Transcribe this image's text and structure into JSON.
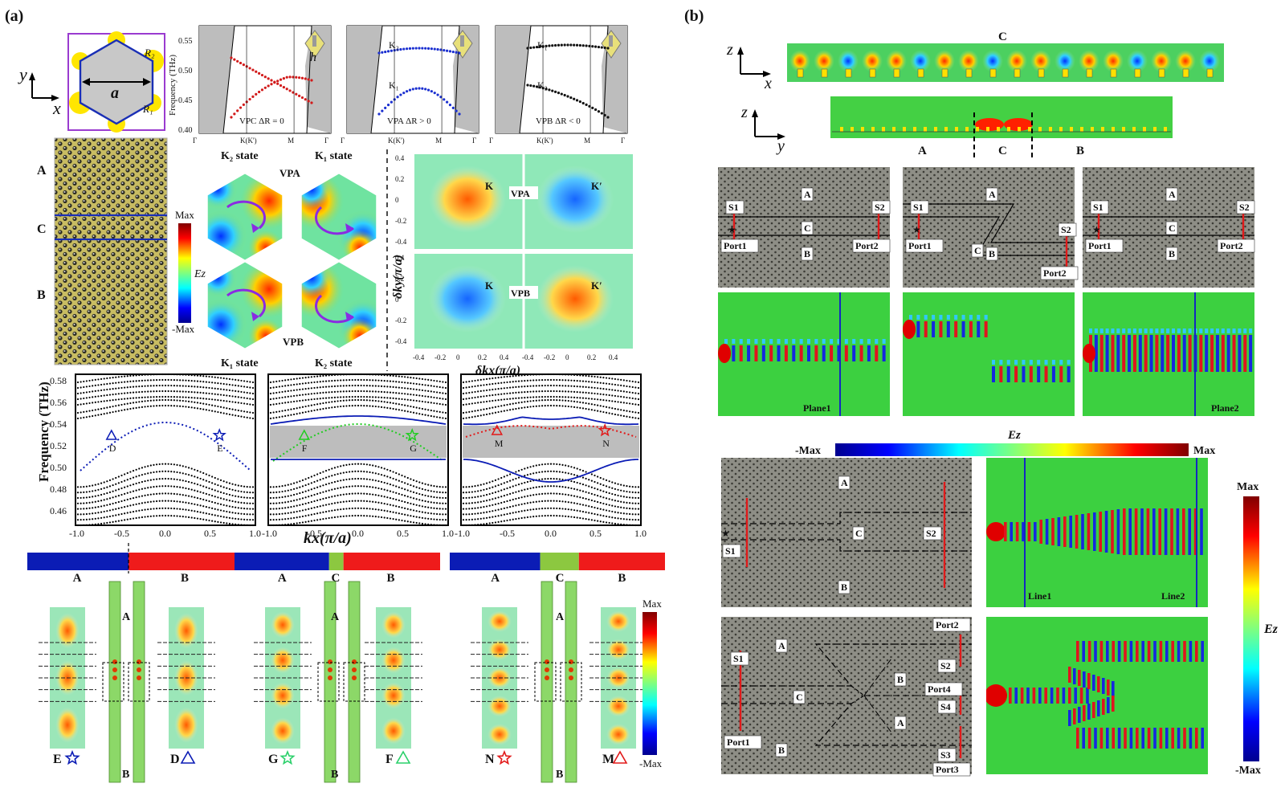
{
  "panel_a": {
    "label": "(a)",
    "unit_cell": {
      "R2": "R₂",
      "R1": "R₁",
      "a": "a",
      "x": "x",
      "y": "y",
      "h": "h"
    },
    "band_top": [
      {
        "title": "VPC ΔR = 0",
        "ylabel": "Frequency (THz)",
        "yticks": [
          "0.55",
          "0.50",
          "0.45",
          "0.40"
        ],
        "xticks": [
          "Γ",
          "K(K')",
          "M",
          "Γ"
        ]
      },
      {
        "title": "VPA ΔR > 0",
        "bandlabels": [
          "K₂",
          "K₁"
        ],
        "xticks": [
          "Γ",
          "K(K')",
          "M",
          "Γ"
        ]
      },
      {
        "title": "VPB ΔR < 0",
        "bandlabels": [
          "K₁",
          "K₂"
        ],
        "xticks": [
          "Γ",
          "K(K')",
          "M",
          "Γ"
        ]
      }
    ],
    "domains_strip": [
      "A",
      "C",
      "B"
    ],
    "mode_labels": {
      "k2_top": "K₂ state",
      "k1_top": "K₁ state",
      "vpa": "VPA",
      "vpb": "VPB",
      "k1_bot": "K₁ state",
      "k2_bot": "K₂ state"
    },
    "colorbar_small": {
      "max": "Max",
      "min": "-Max",
      "label": "Ez"
    },
    "berry": {
      "K": "K",
      "Kp": "K′",
      "VPA": "VPA",
      "VPB": "VPB",
      "ylabel": "δky(π/a)",
      "xlabel": "δkx(π/a)",
      "yticks": [
        "0.4",
        "0.2",
        "0",
        "-0.2",
        "-0.4"
      ],
      "xticks": [
        "-0.4",
        "-0.2",
        "0",
        "0.2",
        "0.4"
      ]
    },
    "dispersion": {
      "ylabel": "Frequency (THz)",
      "xlabel": "kx(π/a)",
      "yticks": [
        "0.58",
        "0.56",
        "0.54",
        "0.52",
        "0.50",
        "0.48",
        "0.46"
      ],
      "xticks": [
        "-1.0",
        "-0.5",
        "0.0",
        "0.5",
        "1.0"
      ],
      "markers": [
        [
          "D",
          "E"
        ],
        [
          "F",
          "G"
        ],
        [
          "M",
          "N"
        ]
      ]
    },
    "bars": [
      [
        "A",
        "B"
      ],
      [
        "A",
        "C",
        "B"
      ],
      [
        "A",
        "C",
        "B"
      ]
    ],
    "field_labels": [
      [
        "E",
        "D"
      ],
      [
        "G",
        "F"
      ],
      [
        "N",
        "M"
      ]
    ],
    "colorbar_field": {
      "max": "Max",
      "min": "-Max"
    },
    "colors": {
      "blue": "#0b1cb5",
      "red": "#ef1b1b",
      "green": "#8cc840"
    }
  },
  "panel_b": {
    "label": "(b)",
    "top_axes": {
      "z": "z",
      "x": "x",
      "y": "y",
      "C1": "C",
      "A": "A",
      "C2": "C",
      "B": "B"
    },
    "schem1": {
      "S1": "S1",
      "S2": "S2",
      "A": "A",
      "C": "C",
      "B": "B",
      "p1": "Port1",
      "p2": "Port2"
    },
    "schem2": {
      "S1": "S1",
      "S2": "S2",
      "A": "A",
      "C": "C",
      "B": "B",
      "p1": "Port1",
      "p2": "Port2"
    },
    "schem3": {
      "S1": "S1",
      "S2": "S2",
      "A": "A",
      "C": "C",
      "B": "B",
      "p1": "Port1",
      "p2": "Port2"
    },
    "plane_labels": {
      "p1": "Plane1",
      "p2": "Plane2"
    },
    "colorbar_h": {
      "min": "-Max",
      "max": "Max",
      "label": "Ez"
    },
    "schem4": {
      "A": "A",
      "C": "C",
      "B": "B",
      "S1": "S1",
      "S2": "S2"
    },
    "line_labels": {
      "l1": "Line1",
      "l2": "Line2"
    },
    "schem5": {
      "S1": "S1",
      "A": "A",
      "C": "C",
      "B": "B",
      "B2": "B",
      "A2": "A",
      "p1": "Port1",
      "p2": "Port2",
      "S2": "S2",
      "p4": "Port4",
      "S4": "S4",
      "S3": "S3",
      "p3": "Port3"
    },
    "colorbar_v": {
      "max": "Max",
      "min": "-Max",
      "label": "Ez"
    }
  }
}
